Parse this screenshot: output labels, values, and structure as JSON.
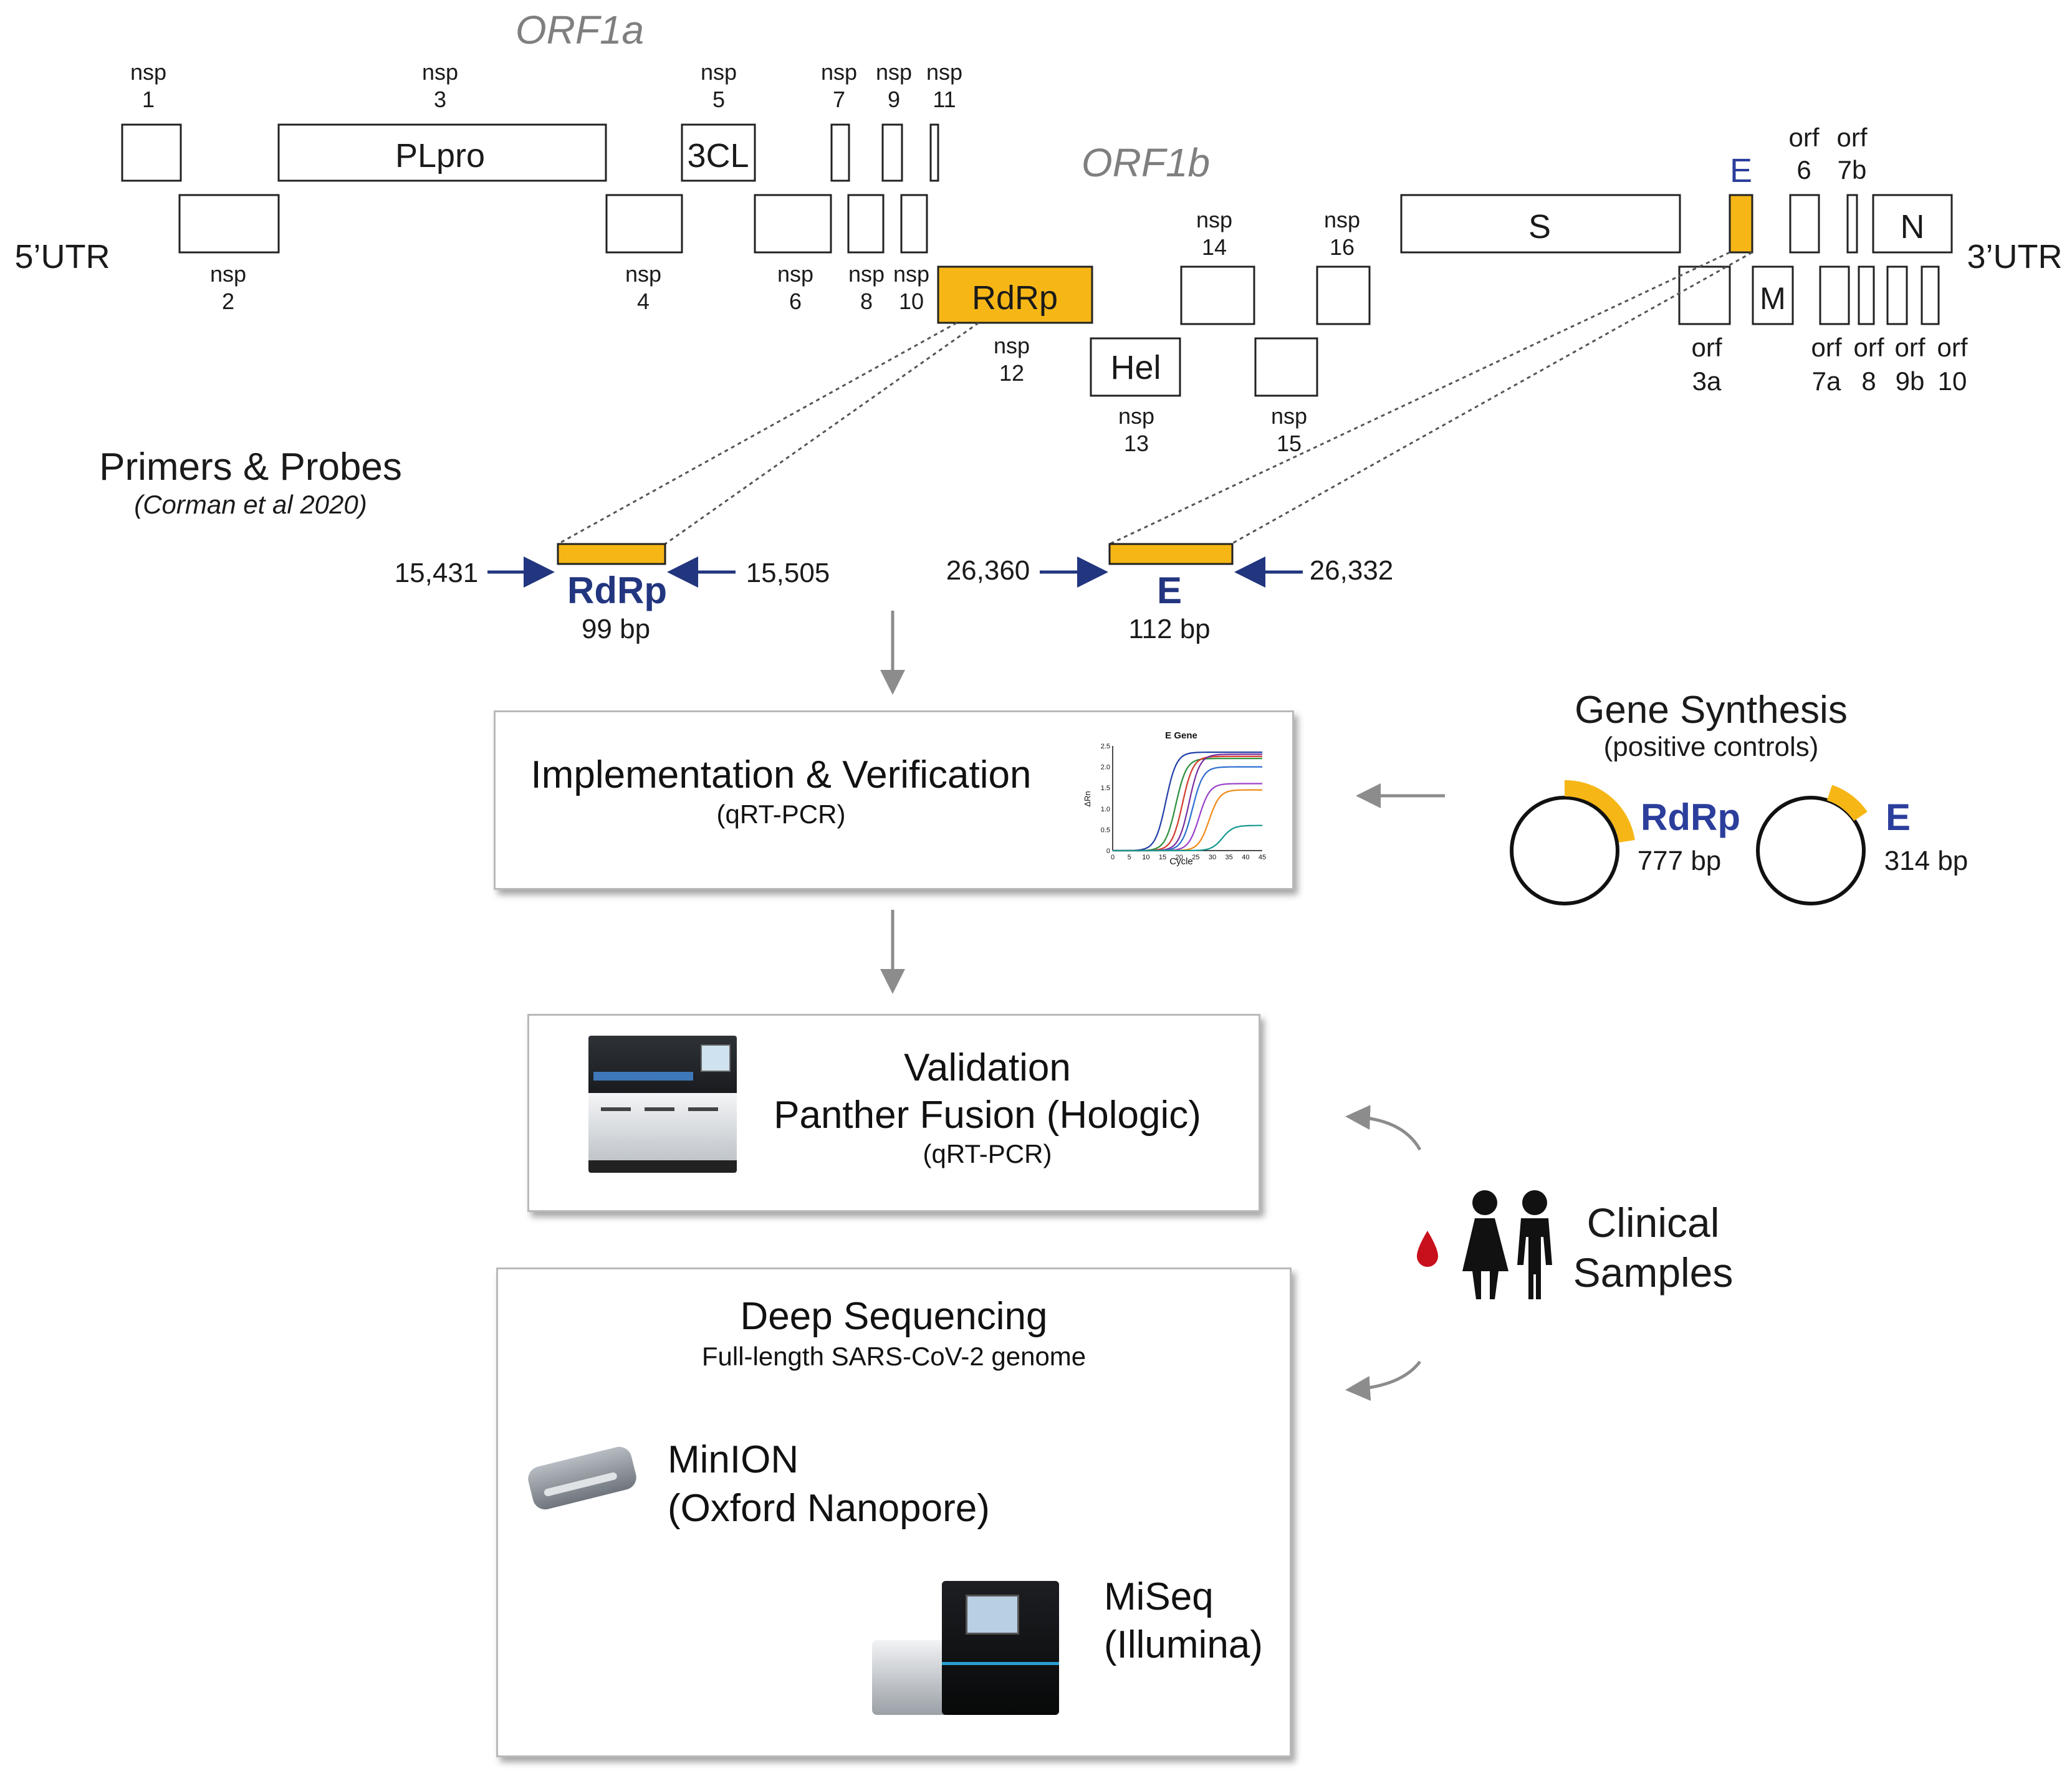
{
  "genome": {
    "orf1a_label": "ORF1a",
    "orf1b_label": "ORF1b",
    "utr5": "5’UTR",
    "utr3": "3’UTR",
    "nsp_top": [
      {
        "a": "nsp",
        "b": "1"
      },
      {
        "a": "nsp",
        "b": "3"
      },
      {
        "a": "nsp",
        "b": "5"
      },
      {
        "a": "nsp",
        "b": "7"
      },
      {
        "a": "nsp",
        "b": "9"
      },
      {
        "a": "nsp",
        "b": "11"
      }
    ],
    "nsp_bottom": [
      {
        "a": "nsp",
        "b": "2"
      },
      {
        "a": "nsp",
        "b": "4"
      },
      {
        "a": "nsp",
        "b": "6"
      },
      {
        "a": "nsp",
        "b": "8"
      },
      {
        "a": "nsp",
        "b": "10"
      }
    ],
    "nsp_orf1b": [
      {
        "a": "nsp",
        "b": "12"
      },
      {
        "a": "nsp",
        "b": "13"
      },
      {
        "a": "nsp",
        "b": "14"
      },
      {
        "a": "nsp",
        "b": "15"
      },
      {
        "a": "nsp",
        "b": "16"
      }
    ],
    "box_labels": {
      "plpro": "PLpro",
      "cl3": "3CL",
      "rdrp": "RdRp",
      "hel": "Hel",
      "s": "S",
      "e": "E",
      "n": "N",
      "m": "M"
    },
    "orf_labels": [
      {
        "a": "orf",
        "b": "6"
      },
      {
        "a": "orf",
        "b": "7b"
      },
      {
        "a": "orf",
        "b": "3a"
      },
      {
        "a": "orf",
        "b": "7a"
      },
      {
        "a": "orf",
        "b": "8"
      },
      {
        "a": "orf",
        "b": "9b"
      },
      {
        "a": "orf",
        "b": "10"
      }
    ]
  },
  "primers": {
    "title": "Primers & Probes",
    "citation": "(Corman et al 2020)",
    "rdrp": {
      "name": "RdRp",
      "size": "99 bp",
      "left": "15,431",
      "right": "15,505"
    },
    "e": {
      "name": "E",
      "size": "112 bp",
      "left": "26,360",
      "right": "26,332"
    }
  },
  "implementation": {
    "title": "Implementation & Verification",
    "subtitle": "(qRT-PCR)",
    "mini_chart": {
      "title": "E Gene",
      "xlabel": "Cycle",
      "ylabel": "ΔRn"
    }
  },
  "gene_synthesis": {
    "title": "Gene Synthesis",
    "subtitle": "(positive controls)",
    "rdrp": {
      "name": "RdRp",
      "size": "777 bp"
    },
    "e": {
      "name": "E",
      "size": "314 bp"
    }
  },
  "validation": {
    "title": "Validation",
    "line2": "Panther Fusion (Hologic)",
    "subtitle": "(qRT-PCR)"
  },
  "clinical": {
    "line1": "Clinical",
    "line2": "Samples"
  },
  "sequencing": {
    "title": "Deep Sequencing",
    "subtitle": "Full-length SARS-CoV-2 genome",
    "minion": {
      "line1": "MinION",
      "line2": "(Oxford Nanopore)"
    },
    "miseq": {
      "line1": "MiSeq",
      "line2": "(Illumina)"
    }
  },
  "chart_data": {
    "type": "line",
    "title": "E Gene",
    "xlabel": "Cycle",
    "ylabel": "ΔRn",
    "x_ticks": [
      "0",
      "5",
      "10",
      "15",
      "20",
      "25",
      "30",
      "35",
      "40",
      "45"
    ],
    "y_ticks": [
      "0",
      "0.5",
      "1.0",
      "1.5",
      "2.0",
      "2.5"
    ],
    "xlim": [
      0,
      45
    ],
    "ylim": [
      0,
      2.5
    ],
    "series": [
      {
        "color": "#1f3fa8",
        "midpoint": 16,
        "plateau": 2.35
      },
      {
        "color": "#2a8f3a",
        "midpoint": 19,
        "plateau": 2.2
      },
      {
        "color": "#d23b2a",
        "midpoint": 21,
        "plateau": 2.25
      },
      {
        "color": "#7a2fa0",
        "midpoint": 23,
        "plateau": 2.3
      },
      {
        "color": "#2c6fd0",
        "midpoint": 24,
        "plateau": 2.0
      },
      {
        "color": "#9b40c8",
        "midpoint": 26,
        "plateau": 1.6
      },
      {
        "color": "#f08a14",
        "midpoint": 29,
        "plateau": 1.45
      },
      {
        "color": "#14998f",
        "midpoint": 33,
        "plateau": 0.6
      }
    ]
  },
  "colors": {
    "accent": "#f6b716",
    "navy": "#22357f",
    "arrow_gray": "#8c8c8c",
    "drop": "#c8101c"
  }
}
